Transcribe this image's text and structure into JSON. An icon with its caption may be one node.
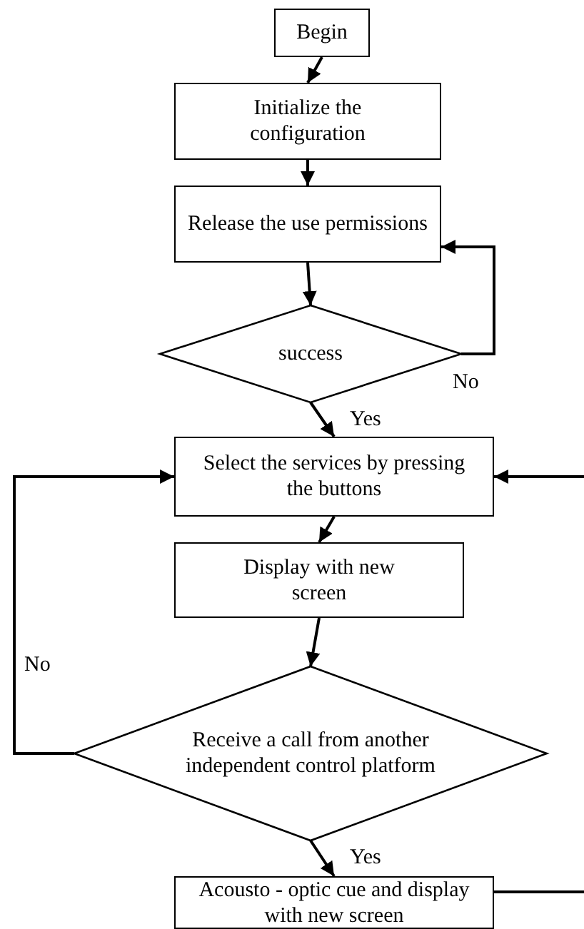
{
  "diagram": {
    "nodes": [
      {
        "text": [
          "Begin"
        ]
      },
      {
        "text": [
          "Initialize the configuration"
        ]
      },
      {
        "text": [
          "Release the use permissions"
        ]
      },
      {
        "text": [
          "success"
        ]
      },
      {
        "text": [
          "Select the services by pressing the buttons"
        ]
      },
      {
        "text": [
          "Display with new screen"
        ]
      },
      {
        "text": [
          "Receive a call from another independent control platform"
        ]
      },
      {
        "text": [
          "Acousto - optic cue and display with new screen"
        ]
      }
    ],
    "edges": [
      {
        "from": 0,
        "to": 1,
        "arrow": "to"
      },
      {
        "from": 1,
        "to": 2,
        "arrow": "to"
      },
      {
        "from": 2,
        "to": 3,
        "arrow": "to"
      },
      {
        "from": 3,
        "to": 2,
        "arrow": "to",
        "label": "No"
      },
      {
        "from": 3,
        "to": 4,
        "arrow": "to",
        "label": "Yes"
      },
      {
        "from": null,
        "to": 4,
        "arrow": "to"
      },
      {
        "from": 4,
        "to": 5,
        "arrow": "to"
      },
      {
        "from": 5,
        "to": 6,
        "arrow": "to"
      },
      {
        "from": 6,
        "to": 4,
        "arrow": "to",
        "label": "No"
      },
      {
        "from": 6,
        "to": 7,
        "arrow": "to",
        "label": "Yes"
      },
      {
        "from": 7,
        "to": null,
        "arrow": "none"
      }
    ]
  }
}
